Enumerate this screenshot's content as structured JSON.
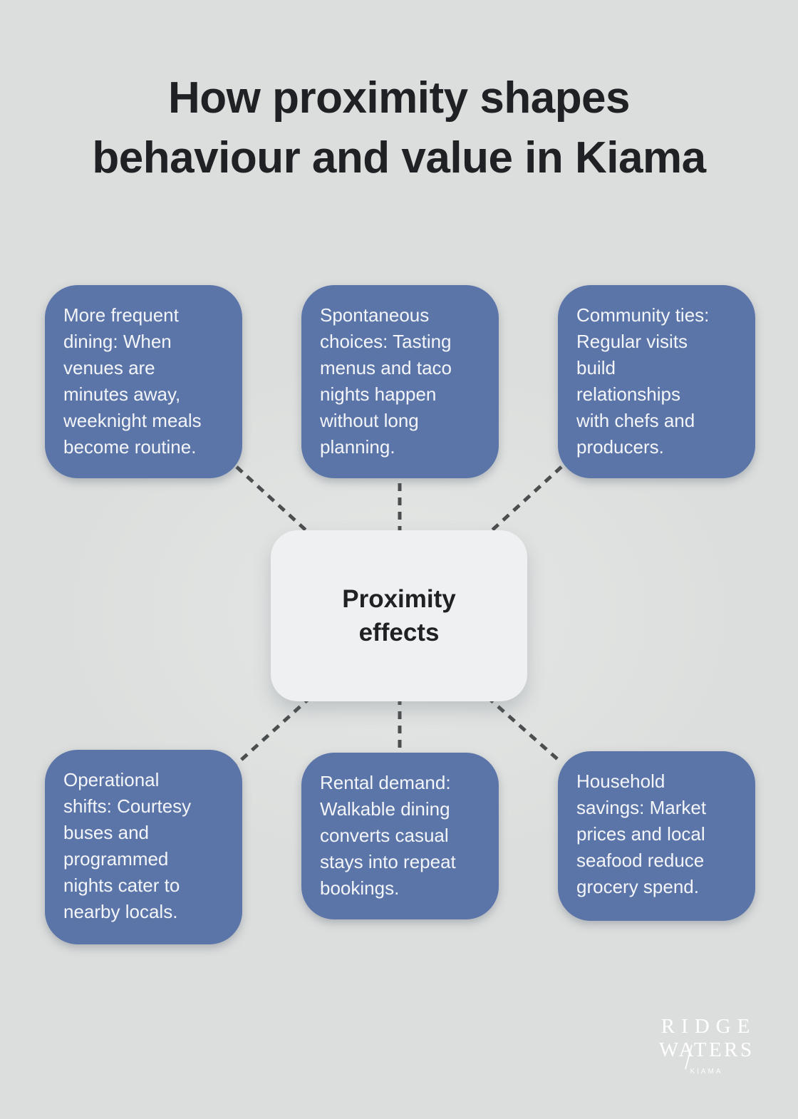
{
  "title": "How proximity shapes\nbehaviour and value in Kiama",
  "center": {
    "label": "Proximity\neffects"
  },
  "nodes": [
    {
      "id": "more-frequent-dining",
      "position": "top-left",
      "text": "More frequent\ndining: When\nvenues are\nminutes away,\nweeknight meals\nbecome routine."
    },
    {
      "id": "spontaneous-choices",
      "position": "top-center",
      "text": "Spontaneous\nchoices: Tasting\nmenus and taco\nnights happen\nwithout long\nplanning."
    },
    {
      "id": "community-ties",
      "position": "top-right",
      "text": "Community ties:\nRegular visits\nbuild\nrelationships\nwith chefs and\nproducers."
    },
    {
      "id": "operational-shifts",
      "position": "bottom-left",
      "text": "Operational\nshifts: Courtesy\nbuses and\nprogrammed\nnights cater to\nnearby locals."
    },
    {
      "id": "rental-demand",
      "position": "bottom-center",
      "text": "Rental demand:\nWalkable dining\nconverts casual\nstays into repeat\nbookings."
    },
    {
      "id": "household-savings",
      "position": "bottom-right",
      "text": "Household\nsavings: Market\nprices and local\nseafood reduce\ngrocery spend."
    }
  ],
  "logo": {
    "line1": "RIDGE",
    "line2": "WATERS",
    "line3": "KIAMA"
  },
  "colors": {
    "background": "#dcdedd",
    "node_fill": "#5b75a9",
    "node_text": "#f3f5f8",
    "center_fill": "#eff0f1",
    "title_text": "#202124",
    "connector": "#4b4e4f",
    "logo_text": "#ffffff"
  }
}
